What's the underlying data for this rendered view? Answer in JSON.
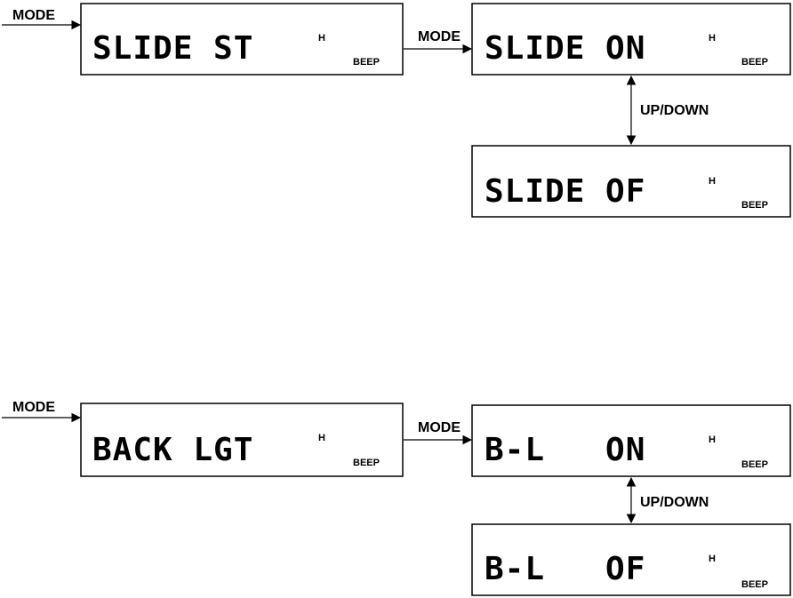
{
  "labels": {
    "mode": "MODE",
    "updown": "UP/DOWN"
  },
  "displays": {
    "slide_st": {
      "text": "SLIDE ST",
      "indicator": "H",
      "beep": "BEEP"
    },
    "slide_on": {
      "text": "SLIDE ON",
      "indicator": "H",
      "beep": "BEEP"
    },
    "slide_of": {
      "text": "SLIDE OF",
      "indicator": "H",
      "beep": "BEEP"
    },
    "back_lgt": {
      "text": "BACK LGT",
      "indicator": "H",
      "beep": "BEEP"
    },
    "bl_on": {
      "text": "B-L   ON",
      "indicator": "H",
      "beep": "BEEP"
    },
    "bl_of": {
      "text": "B-L   OF",
      "indicator": "H",
      "beep": "BEEP"
    }
  }
}
